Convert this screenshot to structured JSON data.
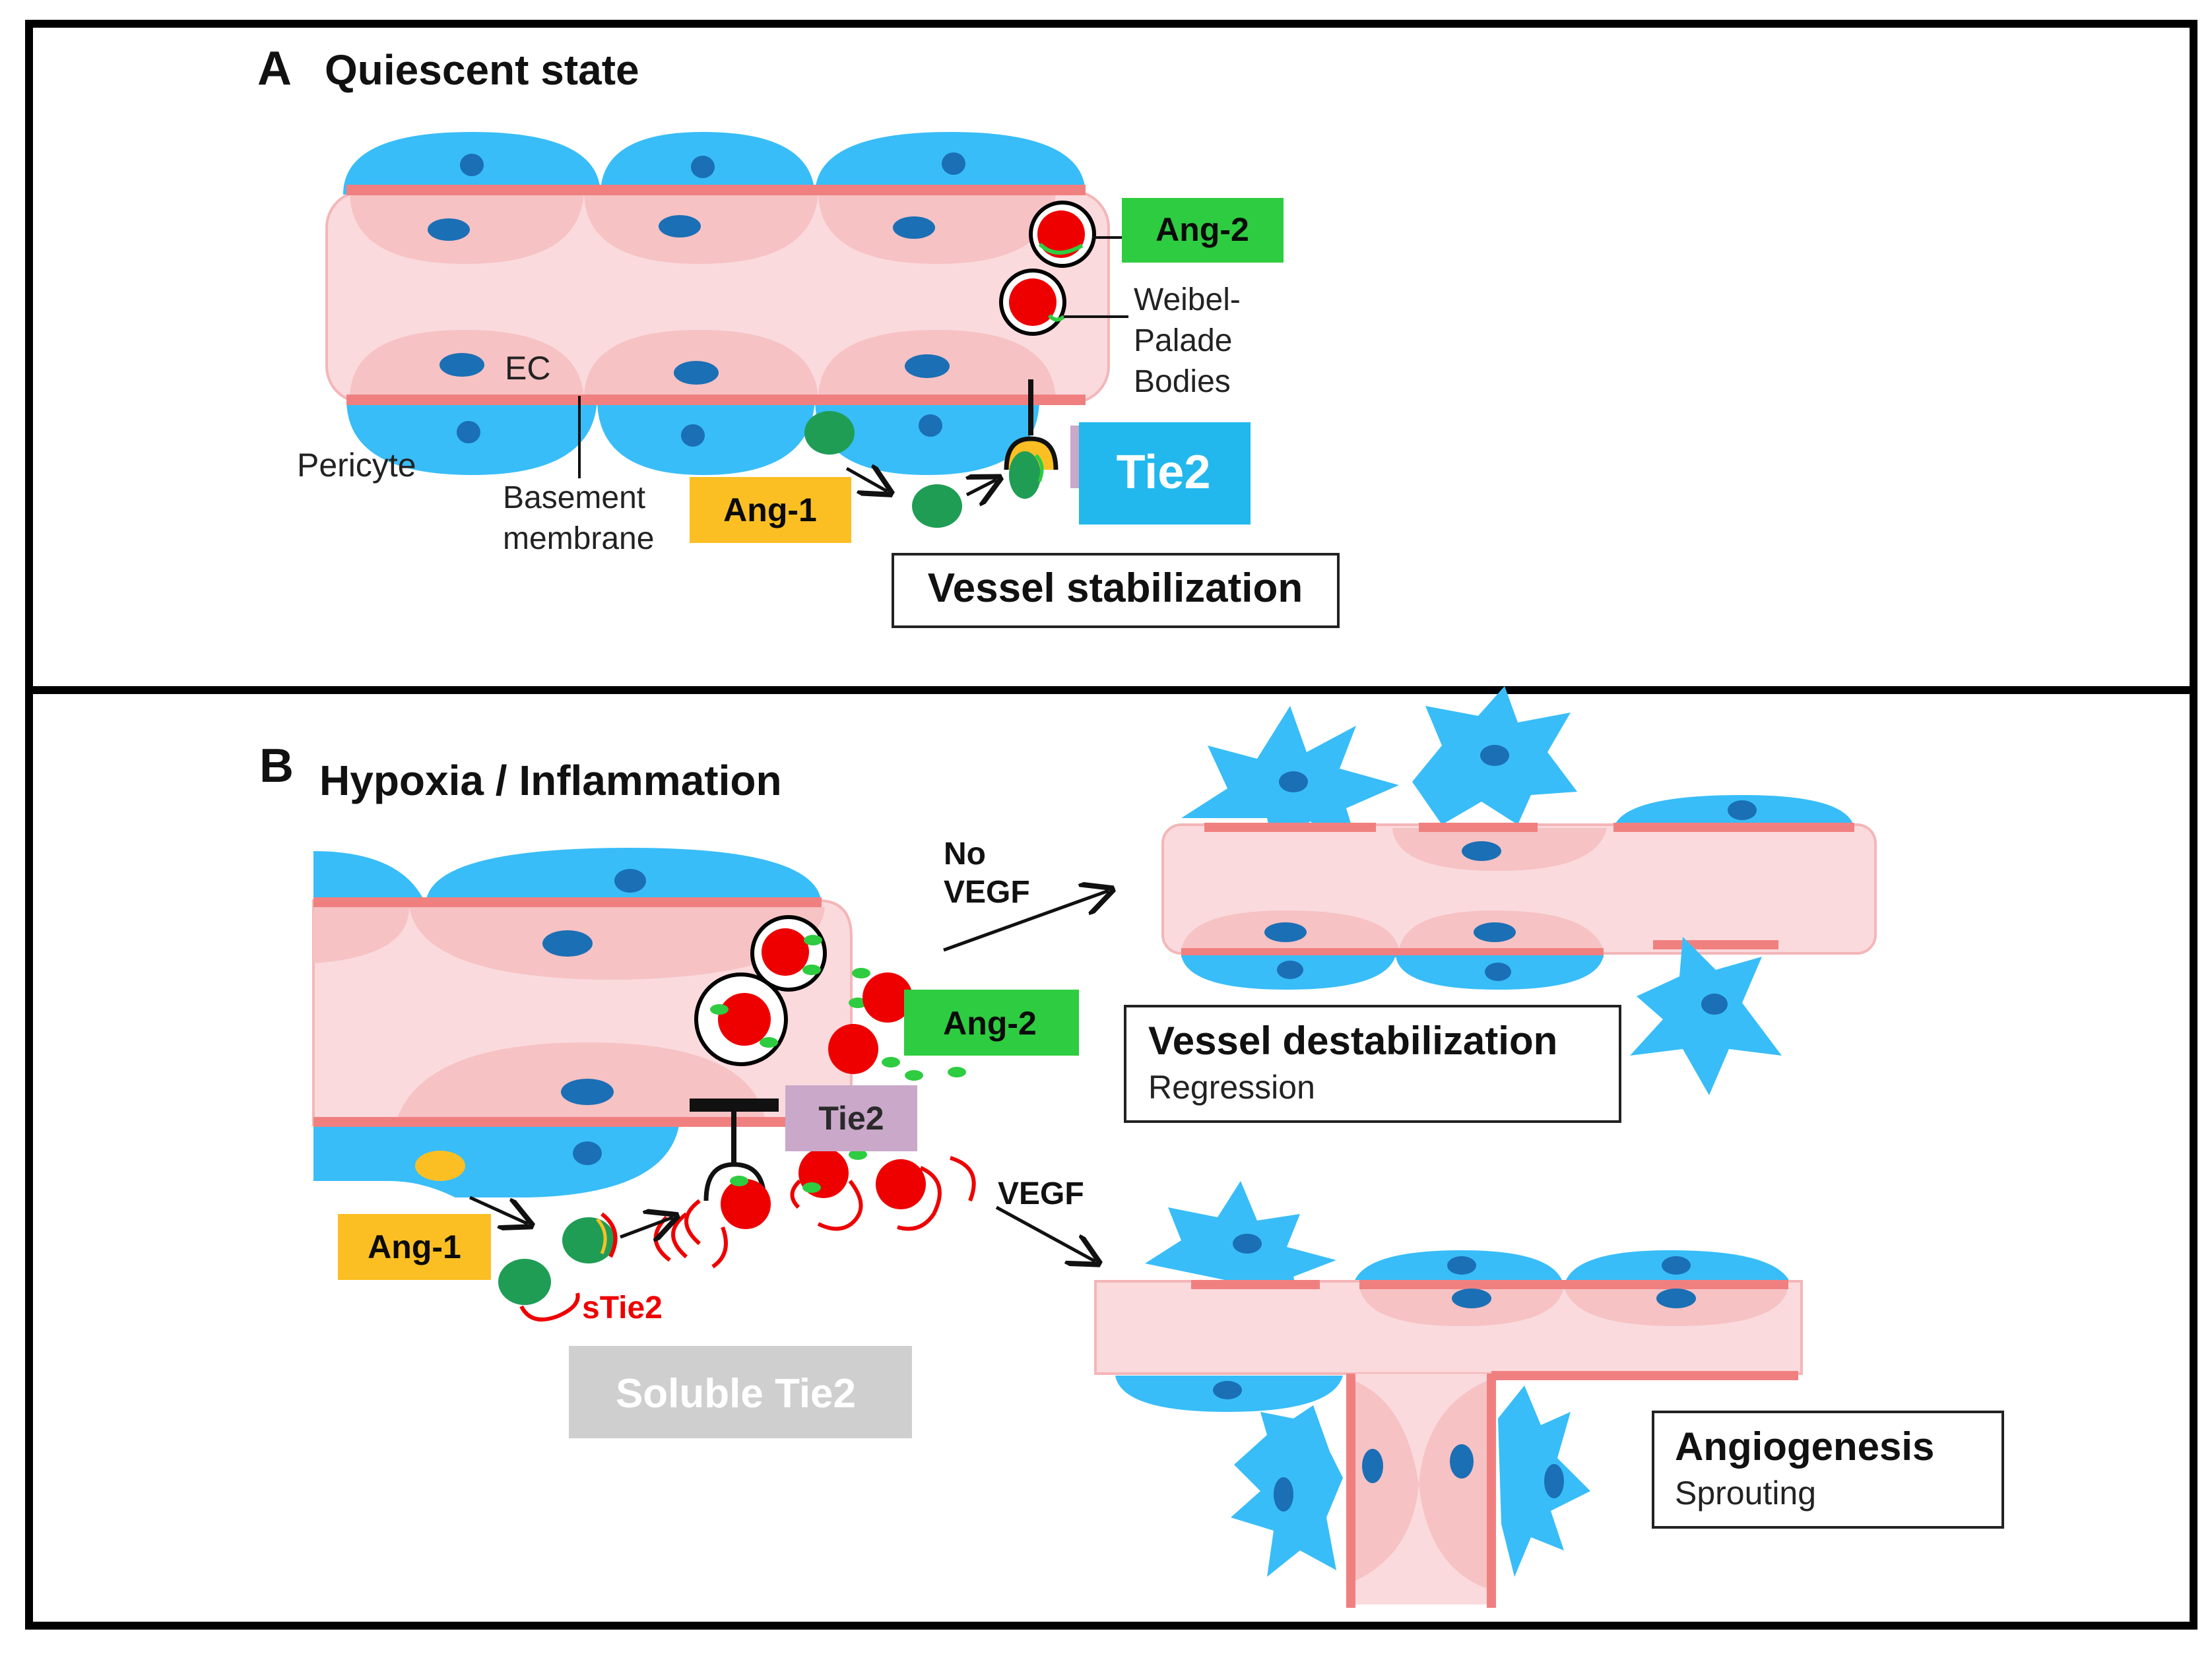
{
  "panel_a": {
    "letter": "A",
    "title": "Quiescent state",
    "labels": {
      "ang2": "Ang-2",
      "wpb_line1": "Weibel-",
      "wpb_line2": "Palade",
      "wpb_line3": "Bodies",
      "ec": "EC",
      "pericyte": "Pericyte",
      "bm_line1": "Basement",
      "bm_line2": "membrane",
      "ang1": "Ang-1",
      "tie2": "Tie2",
      "outcome": "Vessel stabilization"
    }
  },
  "panel_b": {
    "letter": "B",
    "title": "Hypoxia  / Inflammation",
    "labels": {
      "ang2": "Ang-2",
      "tie2": "Tie2",
      "ang1": "Ang-1",
      "stie2": "sTie2",
      "soluble": "Soluble Tie2",
      "no_vegf_line1": "No",
      "no_vegf_line2": "VEGF",
      "vegf": "VEGF",
      "destab_title": "Vessel destabilization",
      "destab_sub": "Regression",
      "angio_title": "Angiogenesis",
      "angio_sub": "Sprouting"
    }
  },
  "colors": {
    "pericyte_blue": "#38BDF8",
    "nucleus_blue": "#1B6FB5",
    "ec_pink": "#FADADD",
    "ec_cell_pink": "#F6C2C4",
    "membrane_red": "#F08080",
    "ang1_yellow": "#FBBF24",
    "ang2_green": "#2ECC40",
    "molecule_green": "#1F9D55",
    "ang2_red": "#EE0000",
    "tie2_blue": "#22B8EE",
    "tie2_purple": "#C9A8C9",
    "soluble_gray": "#CFCFCF"
  }
}
